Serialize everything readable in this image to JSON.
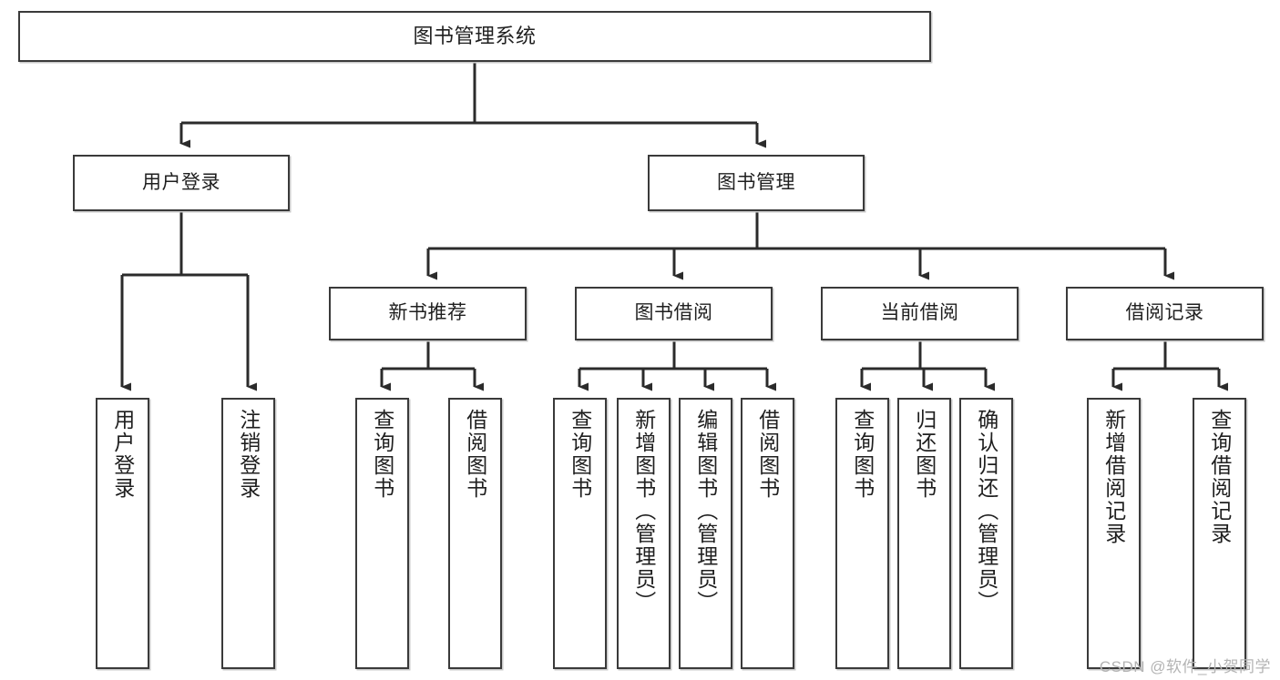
{
  "diagram": {
    "type": "tree",
    "title": "图书管理系统",
    "orientation": "top-down",
    "root": {
      "id": "root",
      "label": "图书管理系统"
    },
    "level2": [
      {
        "id": "user-login",
        "label": "用户登录"
      },
      {
        "id": "book-manage",
        "label": "图书管理"
      }
    ],
    "level3": [
      {
        "id": "new-book-rec",
        "label": "新书推荐",
        "parent": "book-manage"
      },
      {
        "id": "book-borrow",
        "label": "图书借阅",
        "parent": "book-manage"
      },
      {
        "id": "current-borrow",
        "label": "当前借阅",
        "parent": "book-manage"
      },
      {
        "id": "borrow-record",
        "label": "借阅记录",
        "parent": "book-manage"
      }
    ],
    "leaves": [
      {
        "id": "leaf-user-login",
        "label": "用户登录",
        "parent": "user-login"
      },
      {
        "id": "leaf-logout",
        "label": "注销登录",
        "parent": "user-login"
      },
      {
        "id": "leaf-query-book-1",
        "label": "查询图书",
        "parent": "new-book-rec"
      },
      {
        "id": "leaf-borrow-book-1",
        "label": "借阅图书",
        "parent": "new-book-rec"
      },
      {
        "id": "leaf-query-book-2",
        "label": "查询图书",
        "parent": "book-borrow"
      },
      {
        "id": "leaf-add-book",
        "label": "新增图书（管理员）",
        "parent": "book-borrow"
      },
      {
        "id": "leaf-edit-book",
        "label": "编辑图书（管理员）",
        "parent": "book-borrow"
      },
      {
        "id": "leaf-borrow-book-2",
        "label": "借阅图书",
        "parent": "book-borrow"
      },
      {
        "id": "leaf-query-book-3",
        "label": "查询图书",
        "parent": "current-borrow"
      },
      {
        "id": "leaf-return-book",
        "label": "归还图书",
        "parent": "current-borrow"
      },
      {
        "id": "leaf-confirm-return",
        "label": "确认归还（管理员）",
        "parent": "current-borrow"
      },
      {
        "id": "leaf-add-record",
        "label": "新增借阅记录",
        "parent": "borrow-record"
      },
      {
        "id": "leaf-query-record",
        "label": "查询借阅记录",
        "parent": "borrow-record"
      }
    ],
    "colors": {
      "border": "#3a3a3a",
      "background": "#ffffff",
      "text": "#1f1f1f",
      "edge": "#2b2b2b",
      "shadow": "#c9c9c9",
      "watermark": "#b4b4b4"
    }
  },
  "watermark": {
    "text": "CSDN @软件_小贺同学"
  }
}
